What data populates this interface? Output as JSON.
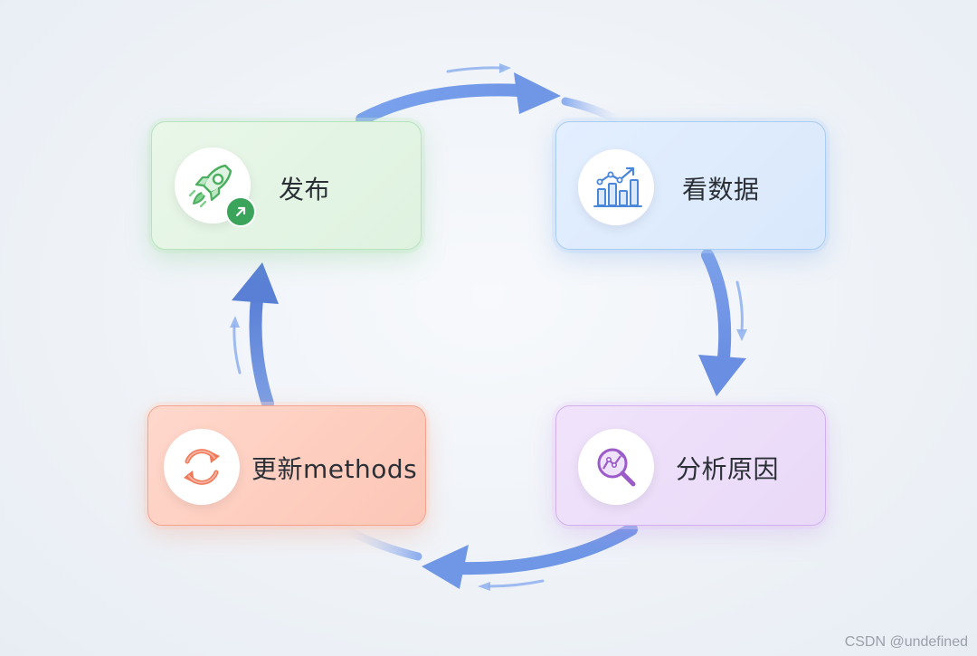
{
  "diagram": {
    "nodes": [
      {
        "id": "publish",
        "label": "发布",
        "icon": "rocket-icon",
        "color": "#3aa55a"
      },
      {
        "id": "view_data",
        "label": "看数据",
        "icon": "bar-chart-icon",
        "color": "#4a86d9"
      },
      {
        "id": "analyze",
        "label": "分析原因",
        "icon": "magnifier-chart-icon",
        "color": "#9b5cc9"
      },
      {
        "id": "update",
        "label": "更新methods",
        "icon": "refresh-icon",
        "color": "#ef7a5a"
      }
    ],
    "flow": [
      "publish",
      "view_data",
      "analyze",
      "update",
      "publish"
    ],
    "arrow_color": "#6f97e6"
  },
  "watermark": "CSDN @undefined"
}
